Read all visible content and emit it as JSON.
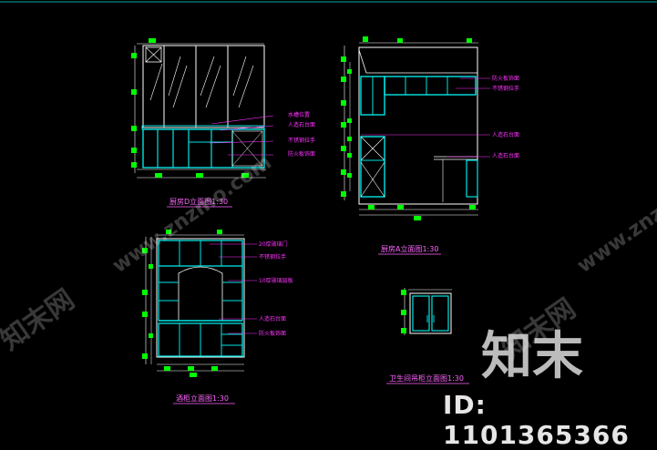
{
  "drawings": {
    "kitchen_d": {
      "title": "厨房D立面图1:30",
      "labels": [
        "水槽位置",
        "人造石台面",
        "不锈钢拉手",
        "防火板饰面"
      ]
    },
    "kitchen_a": {
      "title": "厨房A立面图1:30",
      "labels": [
        "防火板饰面",
        "不锈钢拉手",
        "人造石台面",
        "人造石台面"
      ]
    },
    "wine_cabinet": {
      "title": "酒柜立面图1:30",
      "labels": [
        "20厚玻璃门",
        "不锈钢拉手",
        "10厚玻璃层板",
        "人造石台面",
        "防火板饰面"
      ]
    },
    "bathroom_cabinet": {
      "title": "卫生间吊柜立面图1:30"
    }
  },
  "watermark": {
    "brand": "知末",
    "diag_text": "www.znzmo.com",
    "logo_text": "知末网",
    "id_text": "ID: 1101365366"
  },
  "colors": {
    "background": "#000000",
    "cyan": "#00e5e5",
    "white": "#ffffff",
    "magenta": "#ff33ff",
    "green": "#00ff00",
    "title_yellow": "#ff66ff"
  }
}
